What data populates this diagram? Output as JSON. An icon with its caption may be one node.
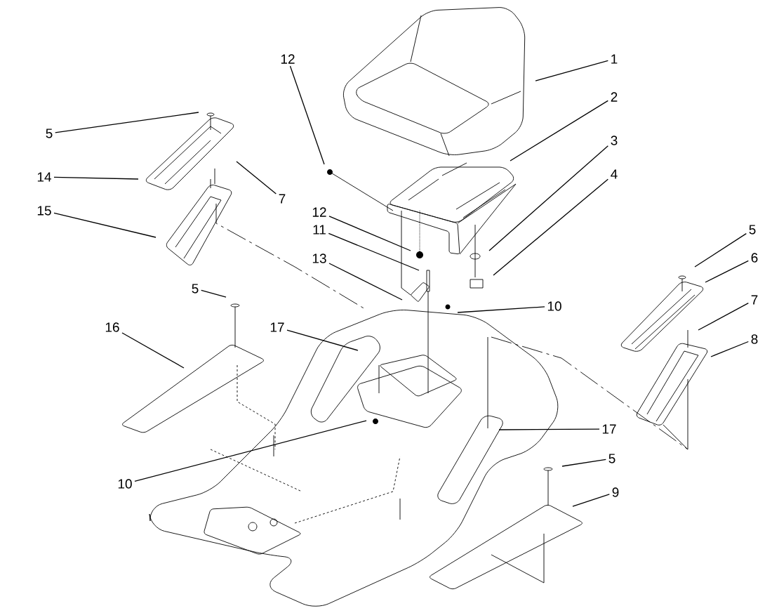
{
  "diagram": {
    "nodes": [
      {
        "text": [
          "1"
        ]
      },
      {
        "text": [
          "2"
        ]
      },
      {
        "text": [
          "3"
        ]
      },
      {
        "text": [
          "4"
        ]
      },
      {
        "text": [
          "12"
        ]
      },
      {
        "text": [
          "5"
        ]
      },
      {
        "text": [
          "14"
        ]
      },
      {
        "text": [
          "7"
        ]
      },
      {
        "text": [
          "15"
        ]
      },
      {
        "text": [
          "12"
        ]
      },
      {
        "text": [
          "11"
        ]
      },
      {
        "text": [
          "13"
        ]
      },
      {
        "text": [
          "5"
        ]
      },
      {
        "text": [
          "6"
        ]
      },
      {
        "text": [
          "7"
        ]
      },
      {
        "text": [
          "8"
        ]
      },
      {
        "text": [
          "5"
        ]
      },
      {
        "text": [
          "10"
        ]
      },
      {
        "text": [
          "16"
        ]
      },
      {
        "text": [
          "17"
        ]
      },
      {
        "text": [
          "10"
        ]
      },
      {
        "text": [
          "17"
        ]
      },
      {
        "text": [
          "5"
        ]
      },
      {
        "text": [
          "9"
        ]
      }
    ],
    "edges": [
      {
        "from": 0,
        "to": null,
        "arrow": "none"
      },
      {
        "from": 1,
        "to": null,
        "arrow": "none"
      },
      {
        "from": 2,
        "to": null,
        "arrow": "none"
      },
      {
        "from": 3,
        "to": null,
        "arrow": "none"
      },
      {
        "from": 4,
        "to": null,
        "arrow": "none"
      },
      {
        "from": 5,
        "to": null,
        "arrow": "none"
      },
      {
        "from": 6,
        "to": null,
        "arrow": "none"
      },
      {
        "from": 7,
        "to": null,
        "arrow": "none"
      },
      {
        "from": 8,
        "to": null,
        "arrow": "none"
      },
      {
        "from": 9,
        "to": null,
        "arrow": "none"
      },
      {
        "from": 10,
        "to": null,
        "arrow": "none"
      },
      {
        "from": 11,
        "to": null,
        "arrow": "none"
      },
      {
        "from": 12,
        "to": null,
        "arrow": "none"
      },
      {
        "from": 13,
        "to": null,
        "arrow": "none"
      },
      {
        "from": 14,
        "to": null,
        "arrow": "none"
      },
      {
        "from": 15,
        "to": null,
        "arrow": "none"
      },
      {
        "from": 16,
        "to": null,
        "arrow": "none"
      },
      {
        "from": 17,
        "to": null,
        "arrow": "none"
      },
      {
        "from": 18,
        "to": null,
        "arrow": "none"
      },
      {
        "from": 19,
        "to": null,
        "arrow": "none"
      },
      {
        "from": 20,
        "to": null,
        "arrow": "none"
      },
      {
        "from": 21,
        "to": null,
        "arrow": "none"
      },
      {
        "from": 22,
        "to": null,
        "arrow": "none"
      },
      {
        "from": 23,
        "to": null,
        "arrow": "none"
      }
    ]
  }
}
